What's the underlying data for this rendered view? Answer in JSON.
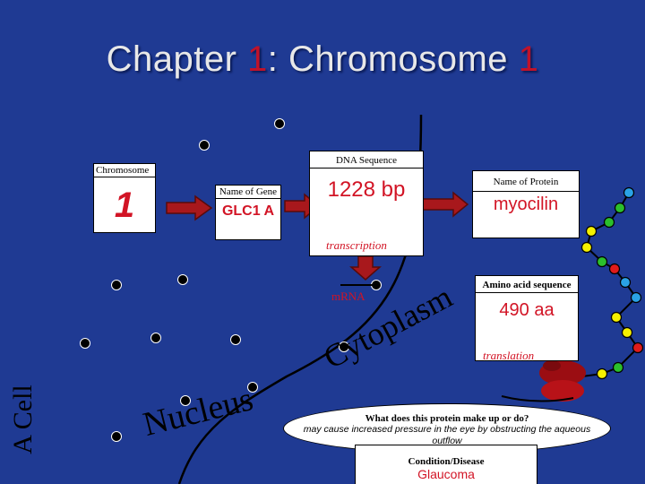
{
  "title": {
    "prefix": "Chapter ",
    "num1": "1",
    "middle": ":  Chromosome ",
    "num2": "1"
  },
  "side_label": "A Cell",
  "chromosome": {
    "label": "Chromosome",
    "value": "1"
  },
  "gene": {
    "label": "Name of Gene",
    "value": "GLC1 A"
  },
  "dna": {
    "label": "DNA Sequence",
    "value": "1228 bp"
  },
  "transcription_label": "transcription",
  "protein": {
    "label": "Name of Protein",
    "value": "myocilin"
  },
  "mrna_label": "mRNA",
  "amino": {
    "label": "Amino acid sequence",
    "value": "490 aa"
  },
  "translation_label": "translation",
  "nucleus_label": "Nucleus",
  "cytoplasm_label": "Cytoplasm",
  "function": {
    "question": "What does this protein make up or do?",
    "answer": "may cause increased pressure in the eye by obstructing the aqueous outflow"
  },
  "condition": {
    "label": "Condition/Disease",
    "value": "Glaucoma"
  },
  "colors": {
    "background": "#1f3a93",
    "accent_red": "#c0122a",
    "arrow_red": "#a8181c",
    "bead_red": "#e01b1b",
    "bead_green": "#2bbf2b",
    "bead_yellow": "#f5f000",
    "bead_blue": "#2aa2e6"
  }
}
